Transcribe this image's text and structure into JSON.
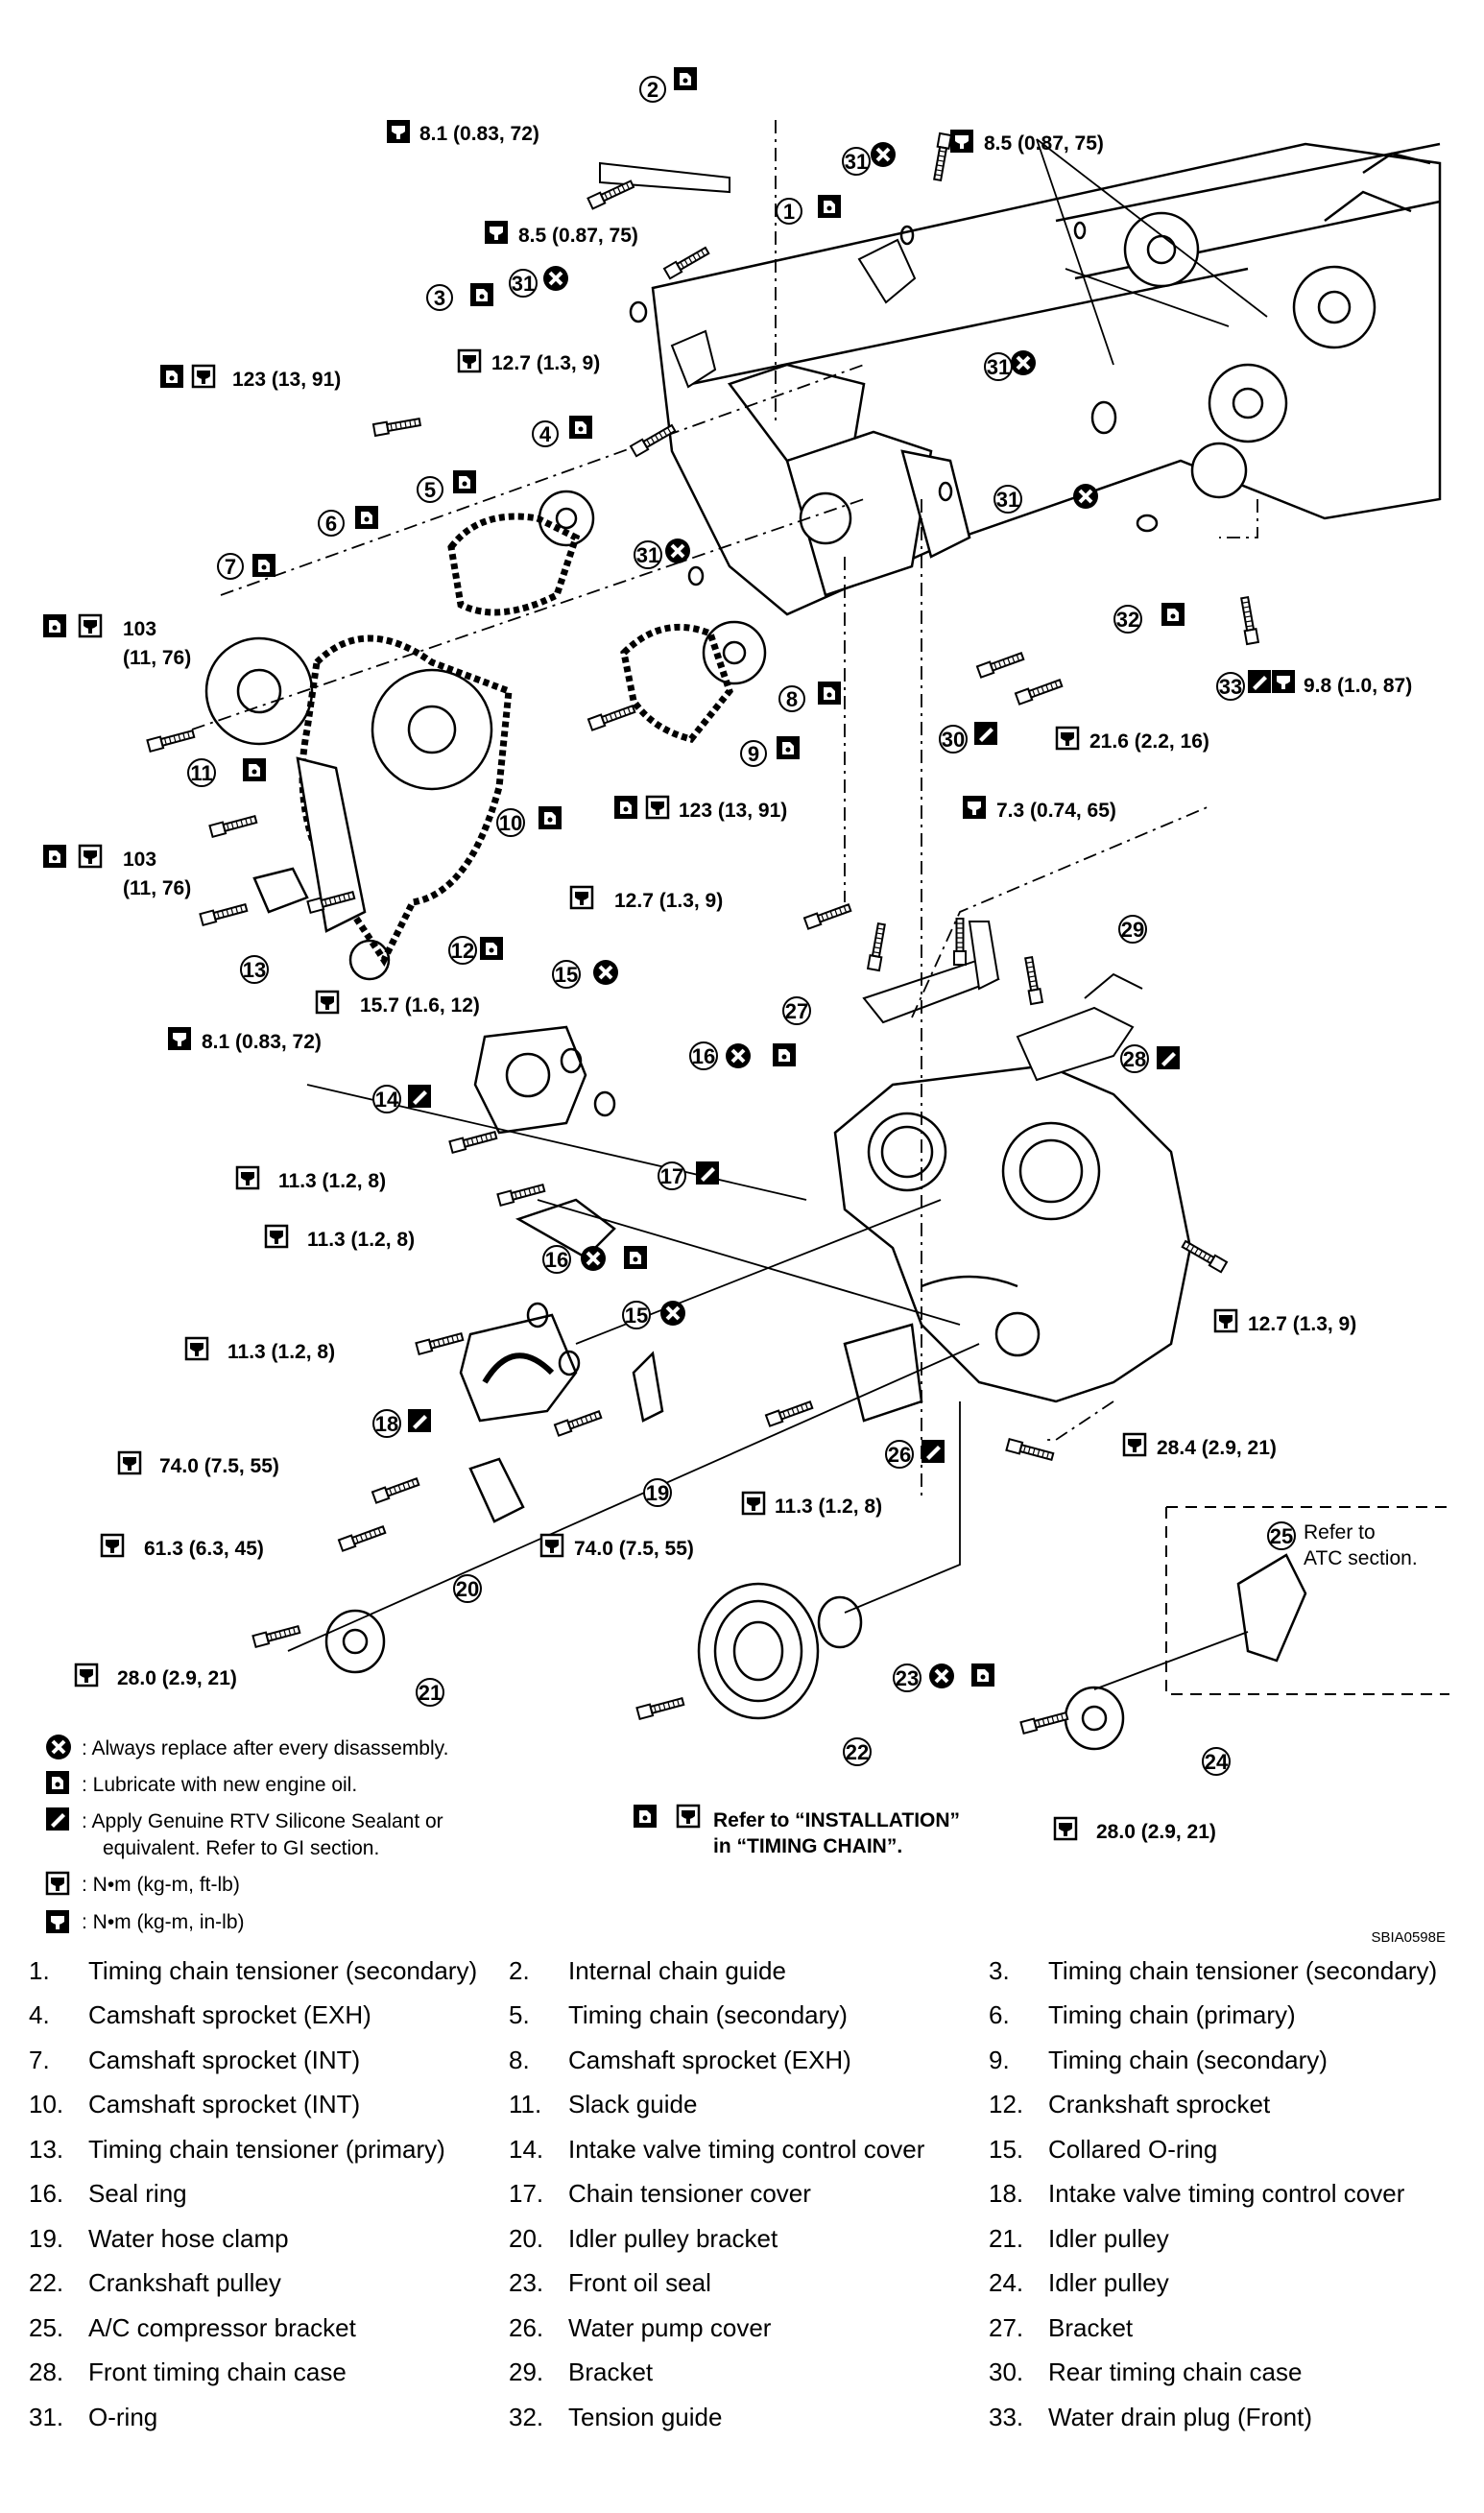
{
  "figure": {
    "code": "SBIA0598E",
    "legend": [
      {
        "icon": "replace-icon",
        "text": ": Always replace after every disassembly."
      },
      {
        "icon": "lubricate-icon",
        "text": ": Lubricate with new engine oil."
      },
      {
        "icon": "sealant-icon",
        "text": ": Apply Genuine RTV Silicone Sealant or"
      },
      {
        "icon": "",
        "text": "equivalent. Refer to GI section."
      },
      {
        "icon": "torque-ftlb-icon",
        "text": ": N•m (kg-m, ft-lb)"
      },
      {
        "icon": "torque-inlb-icon",
        "text": ": N•m (kg-m, in-lb)"
      }
    ],
    "torque_labels": [
      "8.1 (0.83, 72)",
      "8.5 (0.87, 75)",
      "8.5 (0.87, 75)",
      "12.7 (1.3, 9)",
      "123 (13, 91)",
      "103",
      "(11, 76)",
      "103",
      "(11, 76)",
      "9.8 (1.0, 87)",
      "21.6 (2.2, 16)",
      "123 (13, 91)",
      "7.3 (0.74, 65)",
      "12.7 (1.3, 9)",
      "15.7 (1.6, 12)",
      "8.1 (0.83, 72)",
      "11.3 (1.2, 8)",
      "11.3 (1.2, 8)",
      "12.7 (1.3, 9)",
      "11.3 (1.2, 8)",
      "74.0 (7.5, 55)",
      "28.4 (2.9, 21)",
      "11.3 (1.2, 8)",
      "61.3 (6.3, 45)",
      "74.0 (7.5, 55)",
      "28.0 (2.9, 21)",
      "28.0 (2.9, 21)"
    ],
    "notes": {
      "atc_line1": "Refer to",
      "atc_line2": "ATC section.",
      "install_line1": "Refer to “INSTALLATION”",
      "install_line2": "in “TIMING CHAIN”."
    },
    "callouts": [
      "1",
      "2",
      "3",
      "4",
      "5",
      "6",
      "7",
      "8",
      "9",
      "10",
      "11",
      "12",
      "13",
      "14",
      "15",
      "15",
      "16",
      "16",
      "17",
      "18",
      "19",
      "20",
      "21",
      "22",
      "23",
      "24",
      "25",
      "26",
      "27",
      "28",
      "29",
      "30",
      "31",
      "31",
      "31",
      "31",
      "31",
      "32",
      "33"
    ]
  },
  "parts": [
    {
      "num": "1.",
      "name": "Timing chain tensioner (secondary)"
    },
    {
      "num": "2.",
      "name": "Internal chain guide"
    },
    {
      "num": "3.",
      "name": "Timing chain tensioner (secondary)"
    },
    {
      "num": "4.",
      "name": "Camshaft sprocket (EXH)"
    },
    {
      "num": "5.",
      "name": "Timing chain (secondary)"
    },
    {
      "num": "6.",
      "name": "Timing chain (primary)"
    },
    {
      "num": "7.",
      "name": "Camshaft sprocket (INT)"
    },
    {
      "num": "8.",
      "name": "Camshaft sprocket (EXH)"
    },
    {
      "num": "9.",
      "name": "Timing chain (secondary)"
    },
    {
      "num": "10.",
      "name": "Camshaft sprocket (INT)"
    },
    {
      "num": "11.",
      "name": "Slack guide"
    },
    {
      "num": "12.",
      "name": "Crankshaft sprocket"
    },
    {
      "num": "13.",
      "name": "Timing chain tensioner (primary)"
    },
    {
      "num": "14.",
      "name": "Intake valve timing control cover"
    },
    {
      "num": "15.",
      "name": "Collared O-ring"
    },
    {
      "num": "16.",
      "name": "Seal ring"
    },
    {
      "num": "17.",
      "name": "Chain tensioner cover"
    },
    {
      "num": "18.",
      "name": "Intake valve timing control cover"
    },
    {
      "num": "19.",
      "name": "Water hose clamp"
    },
    {
      "num": "20.",
      "name": "Idler pulley bracket"
    },
    {
      "num": "21.",
      "name": "Idler pulley"
    },
    {
      "num": "22.",
      "name": "Crankshaft pulley"
    },
    {
      "num": "23.",
      "name": "Front oil seal"
    },
    {
      "num": "24.",
      "name": "Idler pulley"
    },
    {
      "num": "25.",
      "name": "A/C compressor bracket"
    },
    {
      "num": "26.",
      "name": "Water pump cover"
    },
    {
      "num": "27.",
      "name": "Bracket"
    },
    {
      "num": "28.",
      "name": "Front timing chain case"
    },
    {
      "num": "29.",
      "name": "Bracket"
    },
    {
      "num": "30.",
      "name": "Rear timing chain case"
    },
    {
      "num": "31.",
      "name": "O-ring"
    },
    {
      "num": "32.",
      "name": "Tension guide"
    },
    {
      "num": "33.",
      "name": "Water drain plug (Front)"
    }
  ]
}
